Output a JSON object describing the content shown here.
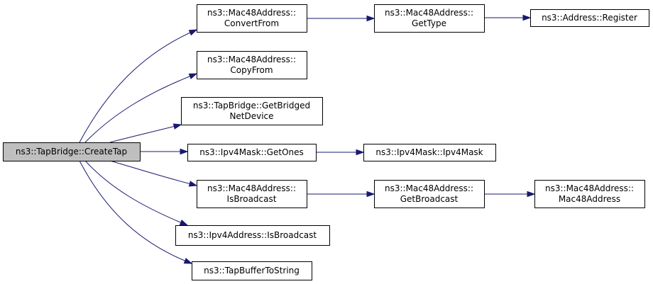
{
  "nodes": [
    {
      "id": "create_tap",
      "name": "node-create-tap",
      "lines": [
        "ns3::TapBridge::CreateTap"
      ],
      "root": true
    },
    {
      "id": "convert_from",
      "name": "node-mac48-convert-from",
      "lines": [
        "ns3::Mac48Address::",
        "ConvertFrom"
      ]
    },
    {
      "id": "copy_from",
      "name": "node-mac48-copy-from",
      "lines": [
        "ns3::Mac48Address::",
        "CopyFrom"
      ]
    },
    {
      "id": "get_bridged",
      "name": "node-get-bridged-net-device",
      "lines": [
        "ns3::TapBridge::GetBridged",
        "NetDevice"
      ]
    },
    {
      "id": "get_ones",
      "name": "node-ipv4mask-get-ones",
      "lines": [
        "ns3::Ipv4Mask::GetOnes"
      ]
    },
    {
      "id": "is_broadcast_mac",
      "name": "node-mac48-is-broadcast",
      "lines": [
        "ns3::Mac48Address::",
        "IsBroadcast"
      ]
    },
    {
      "id": "is_broadcast_ipv4",
      "name": "node-ipv4address-is-broadcast",
      "lines": [
        "ns3::Ipv4Address::IsBroadcast"
      ]
    },
    {
      "id": "tap_buffer",
      "name": "node-tap-buffer-to-string",
      "lines": [
        "ns3::TapBufferToString"
      ]
    },
    {
      "id": "get_type",
      "name": "node-mac48-get-type",
      "lines": [
        "ns3::Mac48Address::",
        "GetType"
      ]
    },
    {
      "id": "register",
      "name": "node-address-register",
      "lines": [
        "ns3::Address::Register"
      ]
    },
    {
      "id": "ipv4mask_ctor",
      "name": "node-ipv4mask-ctor",
      "lines": [
        "ns3::Ipv4Mask::Ipv4Mask"
      ]
    },
    {
      "id": "get_broadcast",
      "name": "node-mac48-get-broadcast",
      "lines": [
        "ns3::Mac48Address::",
        "GetBroadcast"
      ]
    },
    {
      "id": "mac48_ctor",
      "name": "node-mac48-ctor",
      "lines": [
        "ns3::Mac48Address::",
        "Mac48Address"
      ]
    }
  ],
  "edges": [
    {
      "from": "create_tap",
      "to": "convert_from"
    },
    {
      "from": "create_tap",
      "to": "copy_from"
    },
    {
      "from": "create_tap",
      "to": "get_bridged"
    },
    {
      "from": "create_tap",
      "to": "get_ones"
    },
    {
      "from": "create_tap",
      "to": "is_broadcast_mac"
    },
    {
      "from": "create_tap",
      "to": "is_broadcast_ipv4"
    },
    {
      "from": "create_tap",
      "to": "tap_buffer"
    },
    {
      "from": "convert_from",
      "to": "get_type"
    },
    {
      "from": "get_type",
      "to": "register"
    },
    {
      "from": "get_ones",
      "to": "ipv4mask_ctor"
    },
    {
      "from": "is_broadcast_mac",
      "to": "get_broadcast"
    },
    {
      "from": "get_broadcast",
      "to": "mac48_ctor"
    }
  ],
  "colors": {
    "edge": "#191970",
    "root_fill": "#bfbfbf",
    "node_fill": "#ffffff",
    "border": "#000000"
  }
}
